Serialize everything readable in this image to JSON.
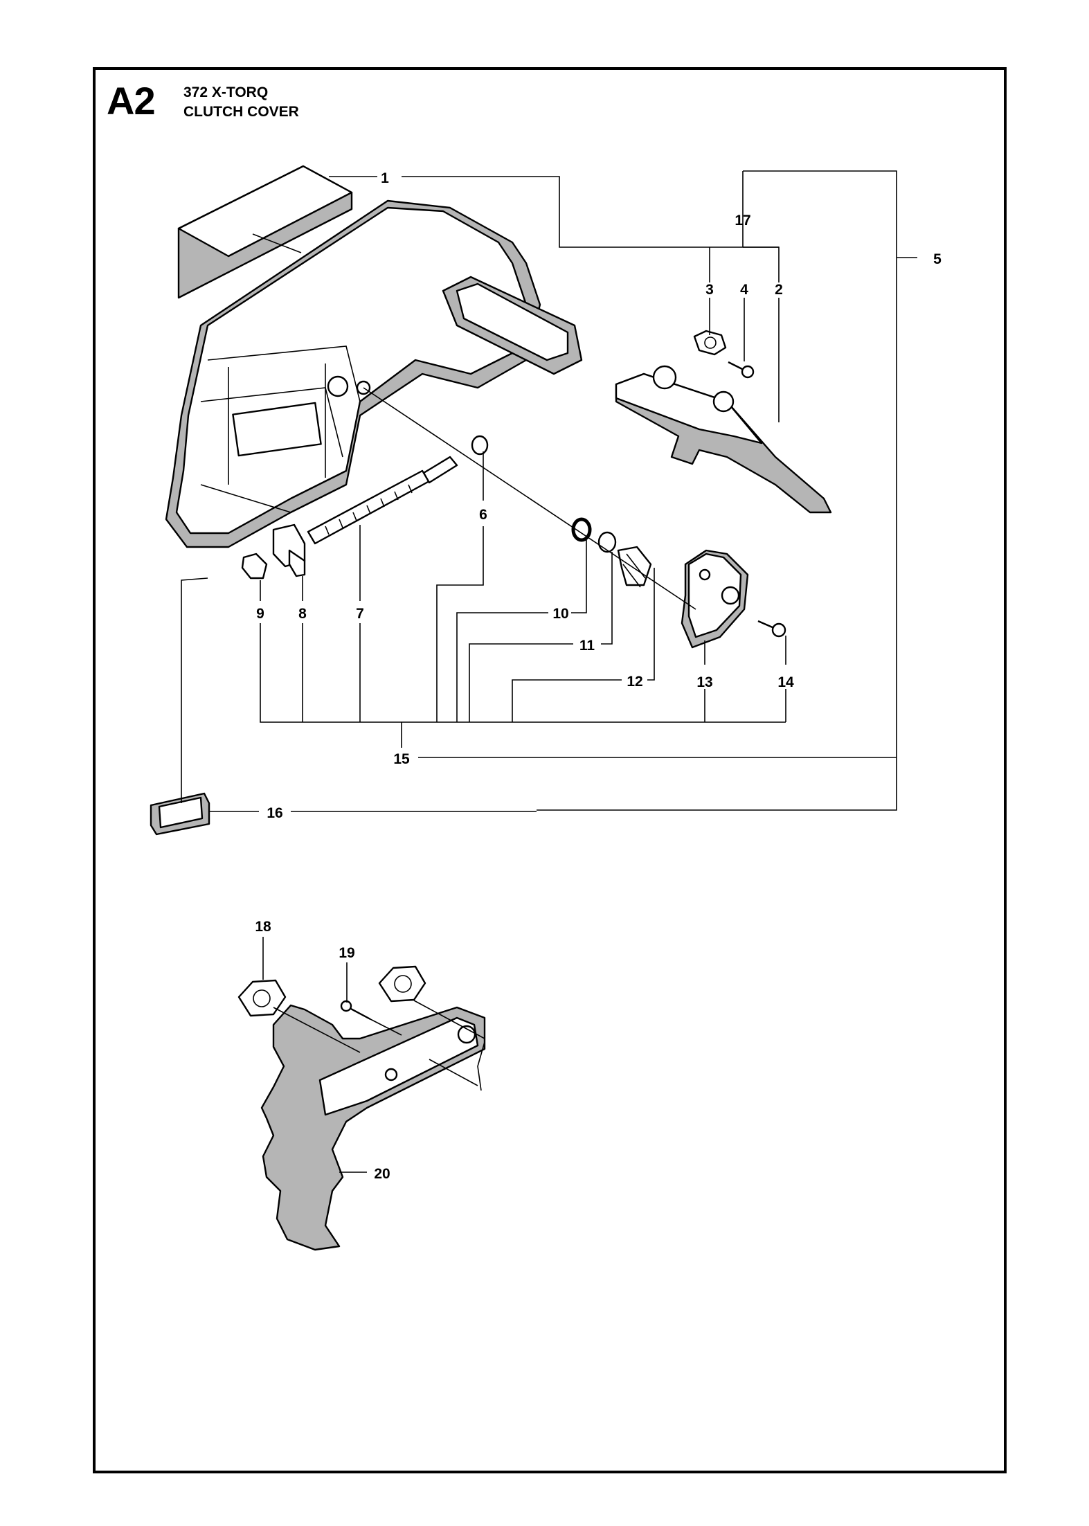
{
  "header": {
    "section_code": "A2",
    "model": "372 X-TORQ",
    "section_title": "CLUTCH COVER"
  },
  "callouts": [
    "1",
    "2",
    "3",
    "4",
    "5",
    "6",
    "7",
    "8",
    "9",
    "10",
    "11",
    "12",
    "13",
    "14",
    "15",
    "16",
    "17",
    "18",
    "19",
    "20"
  ]
}
